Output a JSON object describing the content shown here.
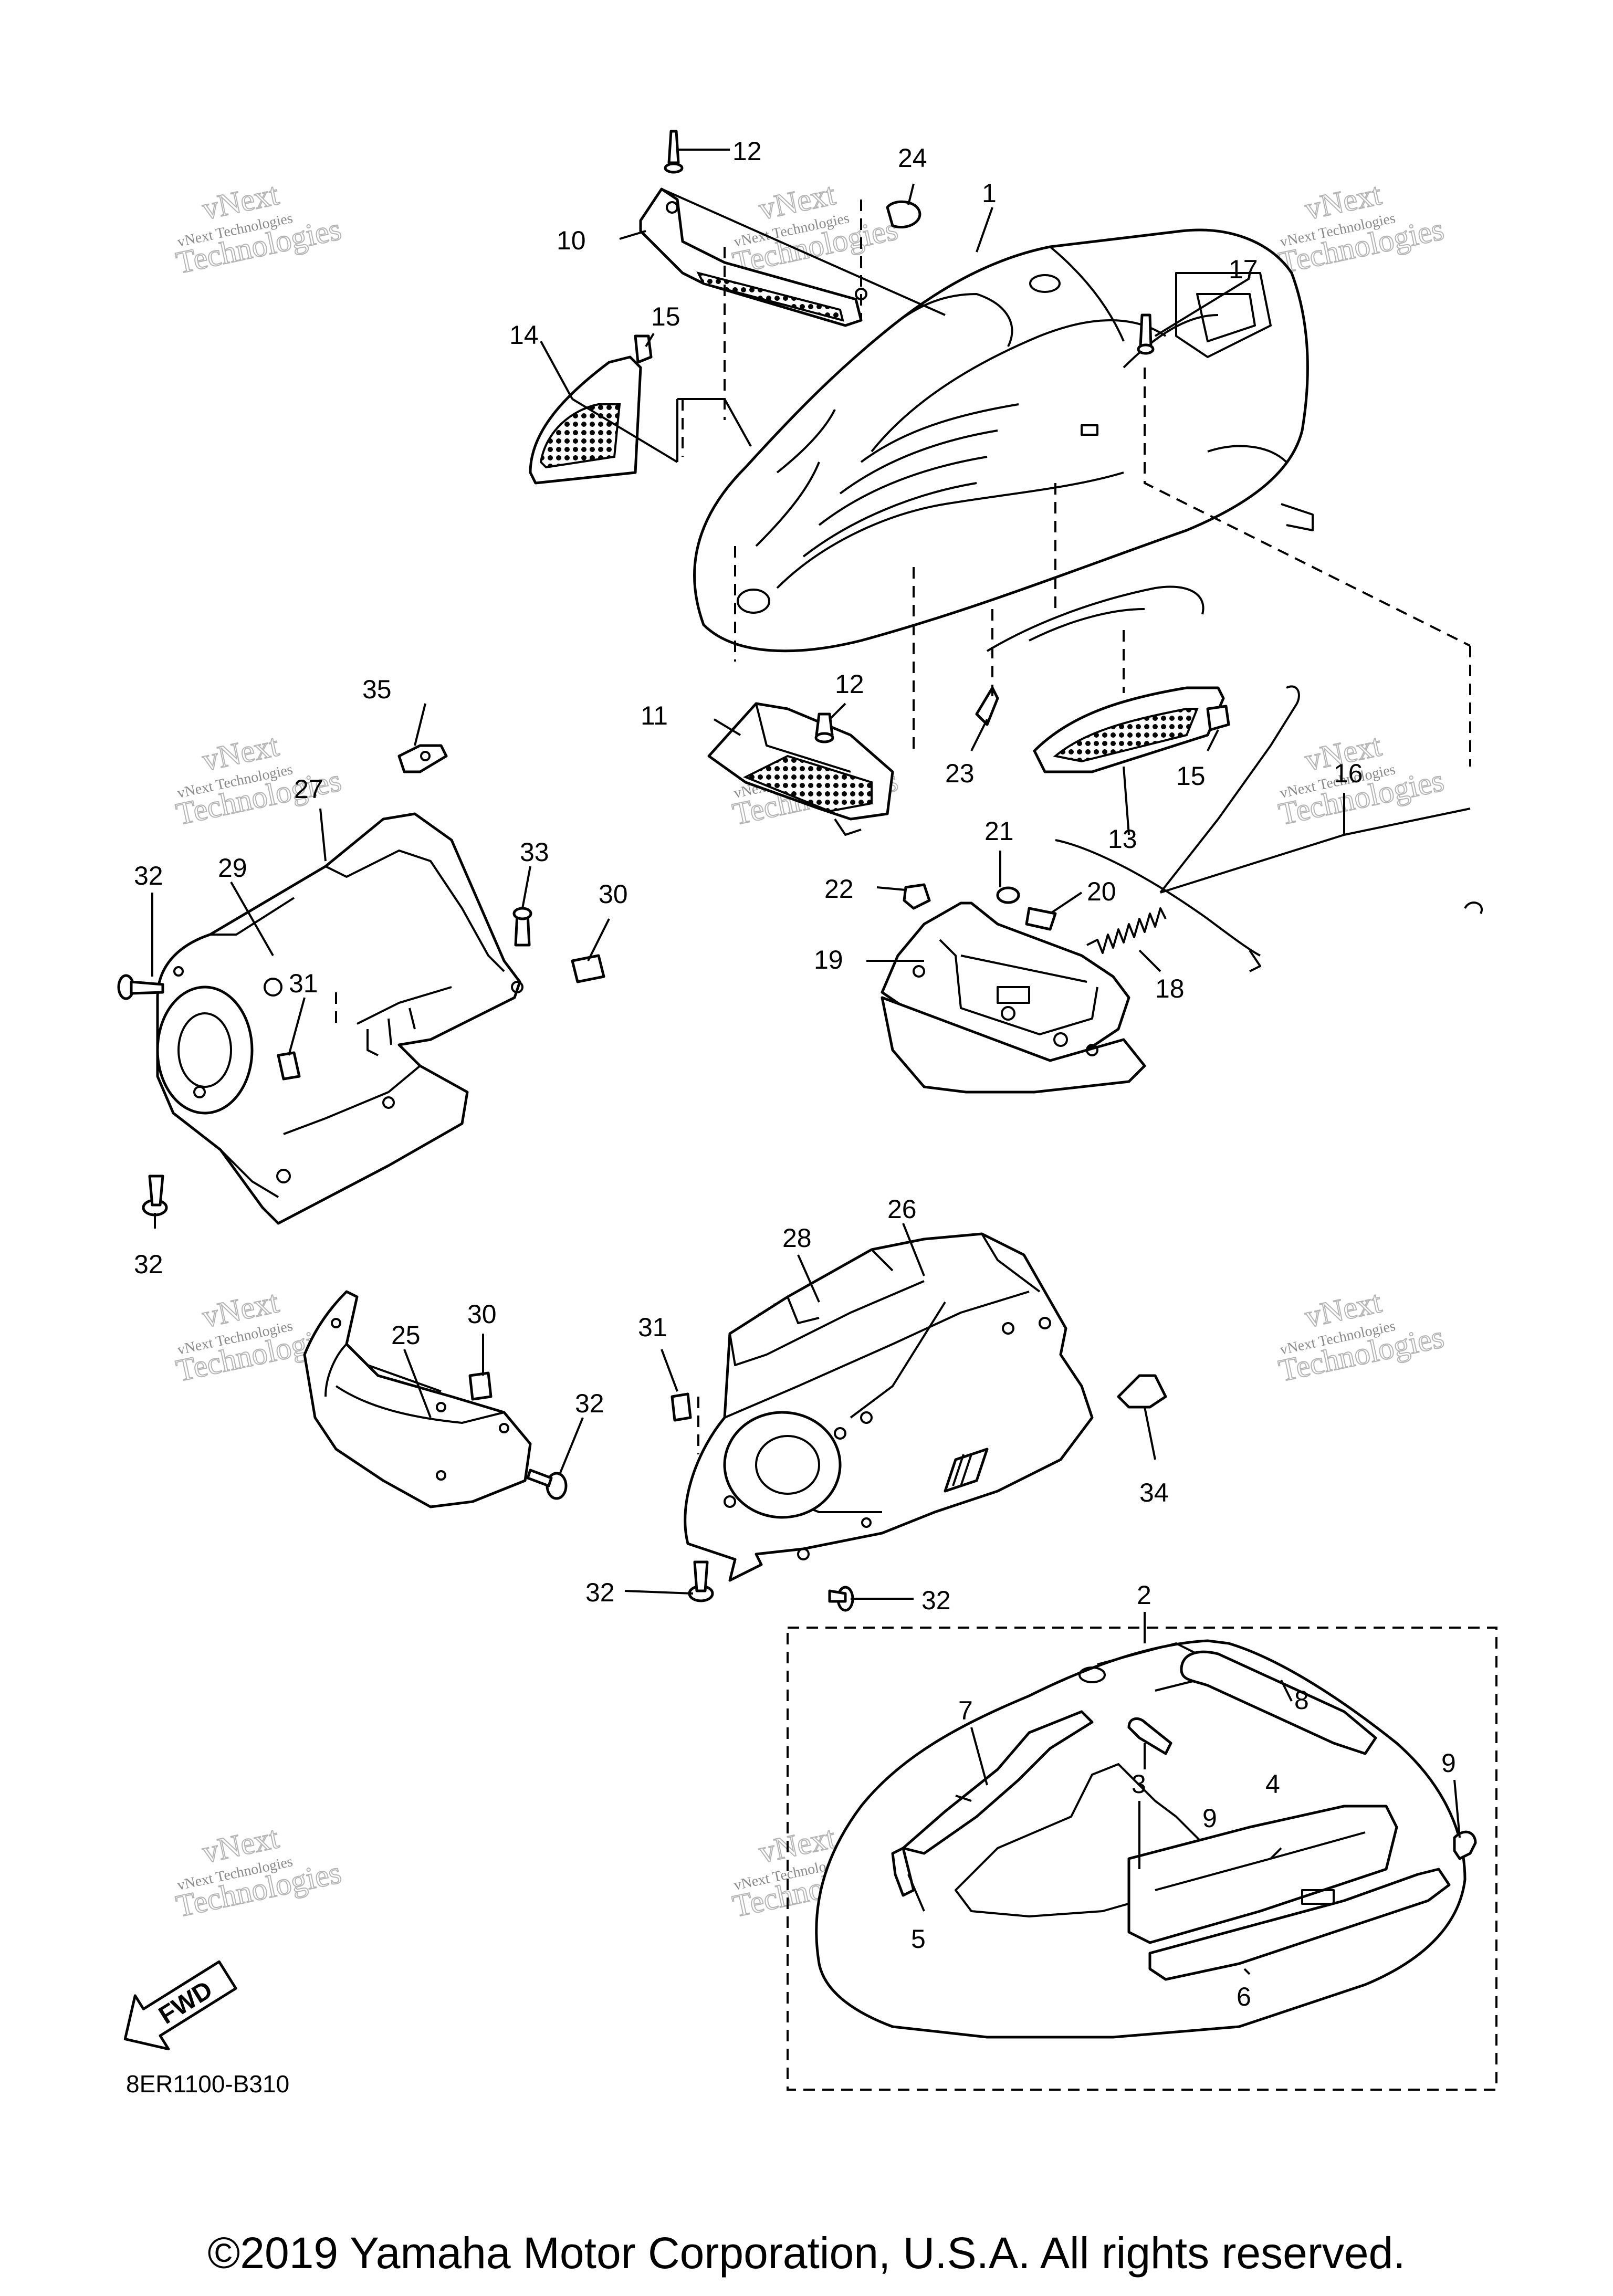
{
  "copyright": "©2019 Yamaha Motor Corporation, U.S.A. All rights reserved.",
  "diagram_code": "8ER1100-B310",
  "fwd_label": "FWD",
  "watermark": {
    "line1": "vNext Technologies",
    "line2": "vNext",
    "line3": "Technologies"
  },
  "callouts": {
    "c1": "1",
    "c2": "2",
    "c3": "3",
    "c4": "4",
    "c5": "5",
    "c6": "6",
    "c7": "7",
    "c8": "8",
    "c9a": "9",
    "c9b": "9",
    "c10": "10",
    "c11": "11",
    "c12a": "12",
    "c12b": "12",
    "c13": "13",
    "c14": "14",
    "c15a": "15",
    "c15b": "15",
    "c16": "16",
    "c17": "17",
    "c18": "18",
    "c19": "19",
    "c20": "20",
    "c21": "21",
    "c22": "22",
    "c23": "23",
    "c24": "24",
    "c25": "25",
    "c26": "26",
    "c27": "27",
    "c28": "28",
    "c29": "29",
    "c30a": "30",
    "c30b": "30",
    "c31a": "31",
    "c31b": "31",
    "c32a": "32",
    "c32b": "32",
    "c32c": "32",
    "c32d": "32",
    "c32e": "32",
    "c33": "33",
    "c34": "34",
    "c35": "35"
  }
}
